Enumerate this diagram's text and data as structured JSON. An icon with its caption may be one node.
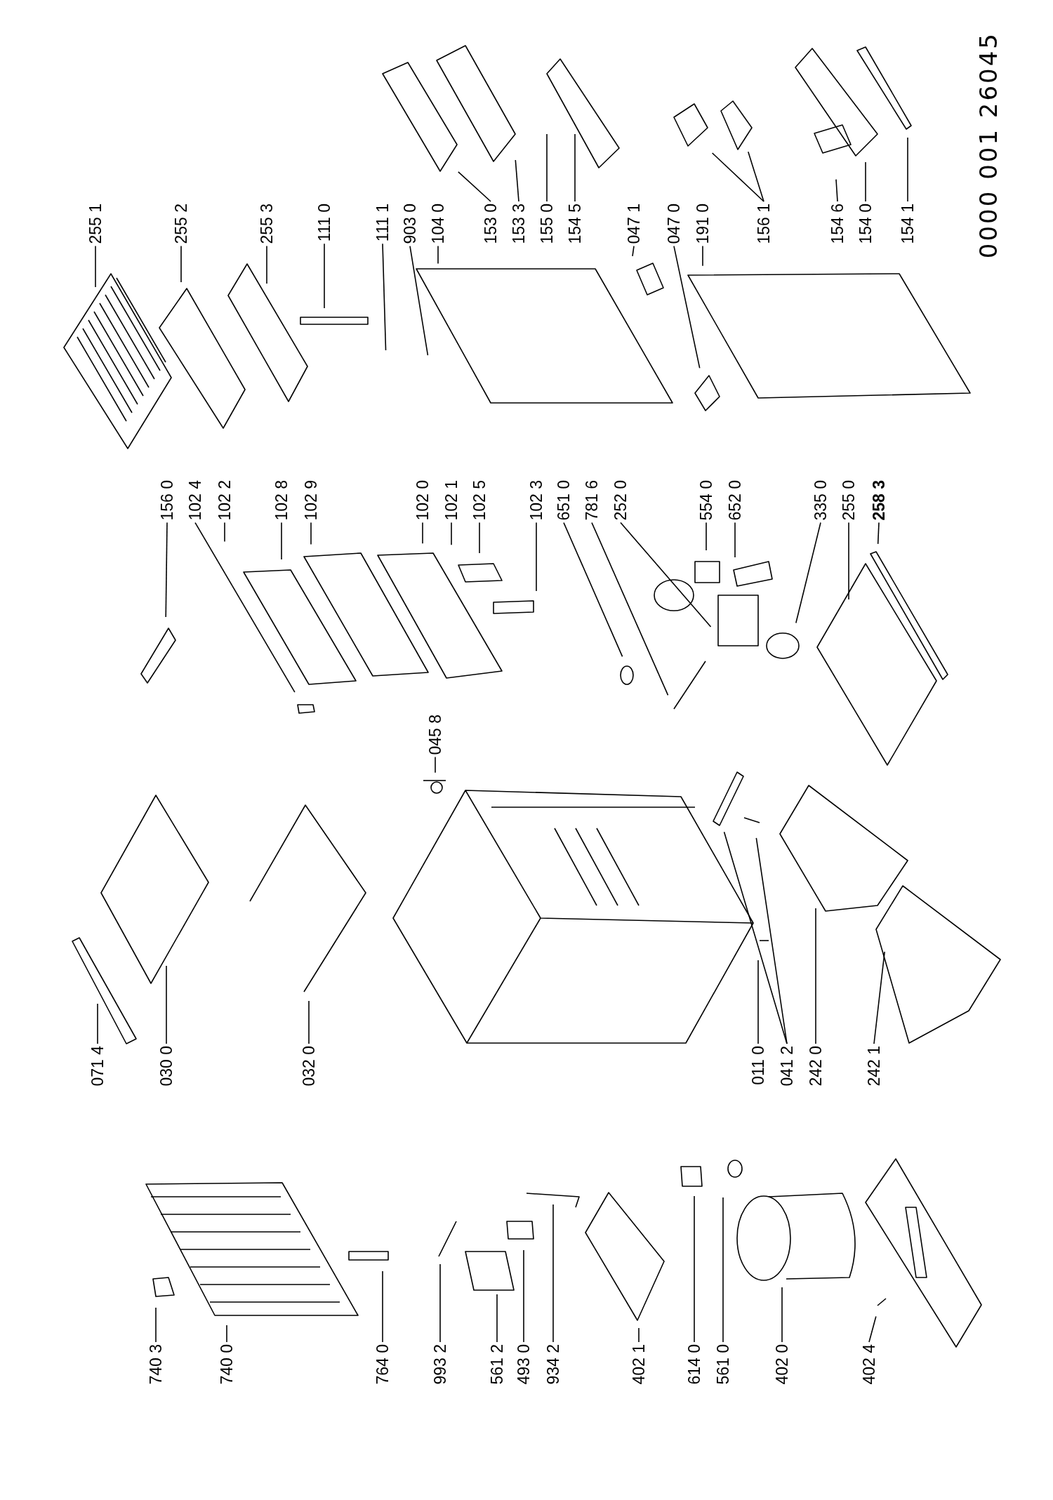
{
  "diagram": {
    "nodes": [
      {
        "text": [
          "255 1"
        ]
      },
      {
        "text": [
          "255 2"
        ]
      },
      {
        "text": [
          "255 3"
        ]
      },
      {
        "text": [
          "111 0"
        ]
      },
      {
        "text": [
          "111 1"
        ]
      },
      {
        "text": [
          "903 0"
        ]
      },
      {
        "text": [
          "104 0"
        ]
      },
      {
        "text": [
          "153 0"
        ]
      },
      {
        "text": [
          "153 3"
        ]
      },
      {
        "text": [
          "155 0"
        ]
      },
      {
        "text": [
          "154 5"
        ]
      },
      {
        "text": [
          "047 1"
        ]
      },
      {
        "text": [
          "047 0"
        ]
      },
      {
        "text": [
          "191 0"
        ]
      },
      {
        "text": [
          "156 1"
        ]
      },
      {
        "text": [
          "154 6"
        ]
      },
      {
        "text": [
          "154 0"
        ]
      },
      {
        "text": [
          "154 1"
        ]
      },
      {
        "text": [
          "156 0"
        ]
      },
      {
        "text": [
          "102 4"
        ]
      },
      {
        "text": [
          "102 2"
        ]
      },
      {
        "text": [
          "102 8"
        ]
      },
      {
        "text": [
          "102 9"
        ]
      },
      {
        "text": [
          "102 0"
        ]
      },
      {
        "text": [
          "102 1"
        ]
      },
      {
        "text": [
          "102 5"
        ]
      },
      {
        "text": [
          "102 3"
        ]
      },
      {
        "text": [
          "651 0"
        ]
      },
      {
        "text": [
          "781 6"
        ]
      },
      {
        "text": [
          "252 0"
        ]
      },
      {
        "text": [
          "554 0"
        ]
      },
      {
        "text": [
          "652 0"
        ]
      },
      {
        "text": [
          "335 0"
        ]
      },
      {
        "text": [
          "255 0"
        ]
      },
      {
        "text": [
          "258 3"
        ]
      },
      {
        "text": [
          "045 8"
        ]
      },
      {
        "text": [
          "071 4"
        ]
      },
      {
        "text": [
          "030 0"
        ]
      },
      {
        "text": [
          "032 0"
        ]
      },
      {
        "text": [
          "011 0"
        ]
      },
      {
        "text": [
          "041 2"
        ]
      },
      {
        "text": [
          "242 0"
        ]
      },
      {
        "text": [
          "242 1"
        ]
      },
      {
        "text": [
          "740 3"
        ]
      },
      {
        "text": [
          "740 0"
        ]
      },
      {
        "text": [
          "764 0"
        ]
      },
      {
        "text": [
          "993 2"
        ]
      },
      {
        "text": [
          "561 2"
        ]
      },
      {
        "text": [
          "493 0"
        ]
      },
      {
        "text": [
          "934 2"
        ]
      },
      {
        "text": [
          "402 1"
        ]
      },
      {
        "text": [
          "614 0"
        ]
      },
      {
        "text": [
          "561 0"
        ]
      },
      {
        "text": [
          "402 0"
        ]
      },
      {
        "text": [
          "402 4"
        ]
      }
    ],
    "edges": [
      {
        "from": 0,
        "to": null,
        "arrow": "none"
      },
      {
        "from": 1,
        "to": null,
        "arrow": "none"
      },
      {
        "from": 2,
        "to": null,
        "arrow": "none"
      },
      {
        "from": 3,
        "to": null,
        "arrow": "none"
      },
      {
        "from": 4,
        "to": null,
        "arrow": "none"
      },
      {
        "from": 5,
        "to": null,
        "arrow": "none"
      },
      {
        "from": 6,
        "to": null,
        "arrow": "none"
      },
      {
        "from": 7,
        "to": null,
        "arrow": "none"
      },
      {
        "from": 8,
        "to": null,
        "arrow": "none"
      },
      {
        "from": 9,
        "to": null,
        "arrow": "none"
      },
      {
        "from": 10,
        "to": null,
        "arrow": "none"
      },
      {
        "from": 11,
        "to": null,
        "arrow": "none"
      },
      {
        "from": 12,
        "to": null,
        "arrow": "none"
      },
      {
        "from": 13,
        "to": null,
        "arrow": "none"
      },
      {
        "from": 14,
        "to": null,
        "arrow": "none"
      },
      {
        "from": 14,
        "to": null,
        "arrow": "none"
      },
      {
        "from": 15,
        "to": null,
        "arrow": "none"
      },
      {
        "from": 16,
        "to": null,
        "arrow": "none"
      },
      {
        "from": 17,
        "to": null,
        "arrow": "none"
      },
      {
        "from": 18,
        "to": null,
        "arrow": "none"
      },
      {
        "from": 19,
        "to": null,
        "arrow": "none"
      },
      {
        "from": 20,
        "to": null,
        "arrow": "none"
      },
      {
        "from": 21,
        "to": null,
        "arrow": "none"
      },
      {
        "from": 22,
        "to": null,
        "arrow": "none"
      },
      {
        "from": 23,
        "to": null,
        "arrow": "none"
      },
      {
        "from": 24,
        "to": null,
        "arrow": "none"
      },
      {
        "from": 25,
        "to": null,
        "arrow": "none"
      },
      {
        "from": 26,
        "to": null,
        "arrow": "none"
      },
      {
        "from": 27,
        "to": null,
        "arrow": "none"
      },
      {
        "from": 28,
        "to": null,
        "arrow": "none"
      },
      {
        "from": 29,
        "to": null,
        "arrow": "none"
      },
      {
        "from": 30,
        "to": null,
        "arrow": "none"
      },
      {
        "from": 31,
        "to": null,
        "arrow": "none"
      },
      {
        "from": 32,
        "to": null,
        "arrow": "none"
      },
      {
        "from": 33,
        "to": null,
        "arrow": "none"
      },
      {
        "from": 34,
        "to": null,
        "arrow": "none"
      },
      {
        "from": 35,
        "to": null,
        "arrow": "none"
      },
      {
        "from": 36,
        "to": null,
        "arrow": "none"
      },
      {
        "from": 37,
        "to": null,
        "arrow": "none"
      },
      {
        "from": 38,
        "to": null,
        "arrow": "none"
      },
      {
        "from": 39,
        "to": null,
        "arrow": "none"
      },
      {
        "from": 40,
        "to": null,
        "arrow": "none"
      },
      {
        "from": 40,
        "to": null,
        "arrow": "none"
      },
      {
        "from": 41,
        "to": null,
        "arrow": "none"
      },
      {
        "from": 42,
        "to": null,
        "arrow": "none"
      },
      {
        "from": 43,
        "to": null,
        "arrow": "none"
      },
      {
        "from": 44,
        "to": null,
        "arrow": "none"
      },
      {
        "from": 45,
        "to": null,
        "arrow": "none"
      },
      {
        "from": 46,
        "to": null,
        "arrow": "none"
      },
      {
        "from": 47,
        "to": null,
        "arrow": "none"
      },
      {
        "from": 48,
        "to": null,
        "arrow": "none"
      },
      {
        "from": 49,
        "to": null,
        "arrow": "none"
      },
      {
        "from": 50,
        "to": null,
        "arrow": "none"
      },
      {
        "from": 51,
        "to": null,
        "arrow": "none"
      },
      {
        "from": 52,
        "to": null,
        "arrow": "none"
      },
      {
        "from": 53,
        "to": null,
        "arrow": "none"
      },
      {
        "from": 54,
        "to": null,
        "arrow": "none"
      }
    ],
    "labels": [
      "0000 001 26045"
    ]
  }
}
